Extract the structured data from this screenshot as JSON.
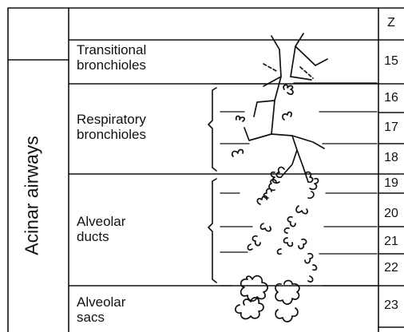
{
  "side_label": "Acinar airways",
  "generation_header": "Z",
  "zones": [
    {
      "label": "Transitional\nbronchioles",
      "generations": [
        "15"
      ]
    },
    {
      "label": "Respiratory\nbronchioles",
      "generations": [
        "16",
        "17",
        "18"
      ]
    },
    {
      "label": "Alveolar\nducts",
      "generations": [
        "19",
        "20",
        "21",
        "22"
      ]
    },
    {
      "label": "Alveolar\nsacs",
      "generations": [
        "23"
      ]
    }
  ]
}
